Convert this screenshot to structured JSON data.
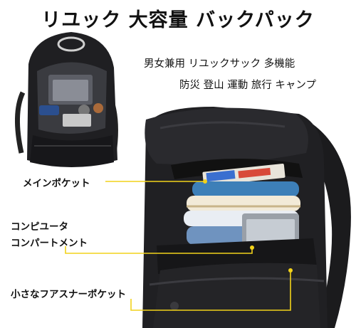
{
  "title": "リユック 大容量 バックパック",
  "taglines": [
    "男女兼用 リユックサック 多機能",
    "防災 登山 運動 旅行 キャンプ"
  ],
  "callouts": {
    "main_pocket": "メインポケット",
    "computer_line1": "コンピユータ",
    "computer_line2": "コンパートメント",
    "small_pocket": "小さなフアスナーポケット"
  },
  "colors": {
    "leader_line": "#f2d21a",
    "bag": "#1c1c1e",
    "background": "#ffffff"
  }
}
